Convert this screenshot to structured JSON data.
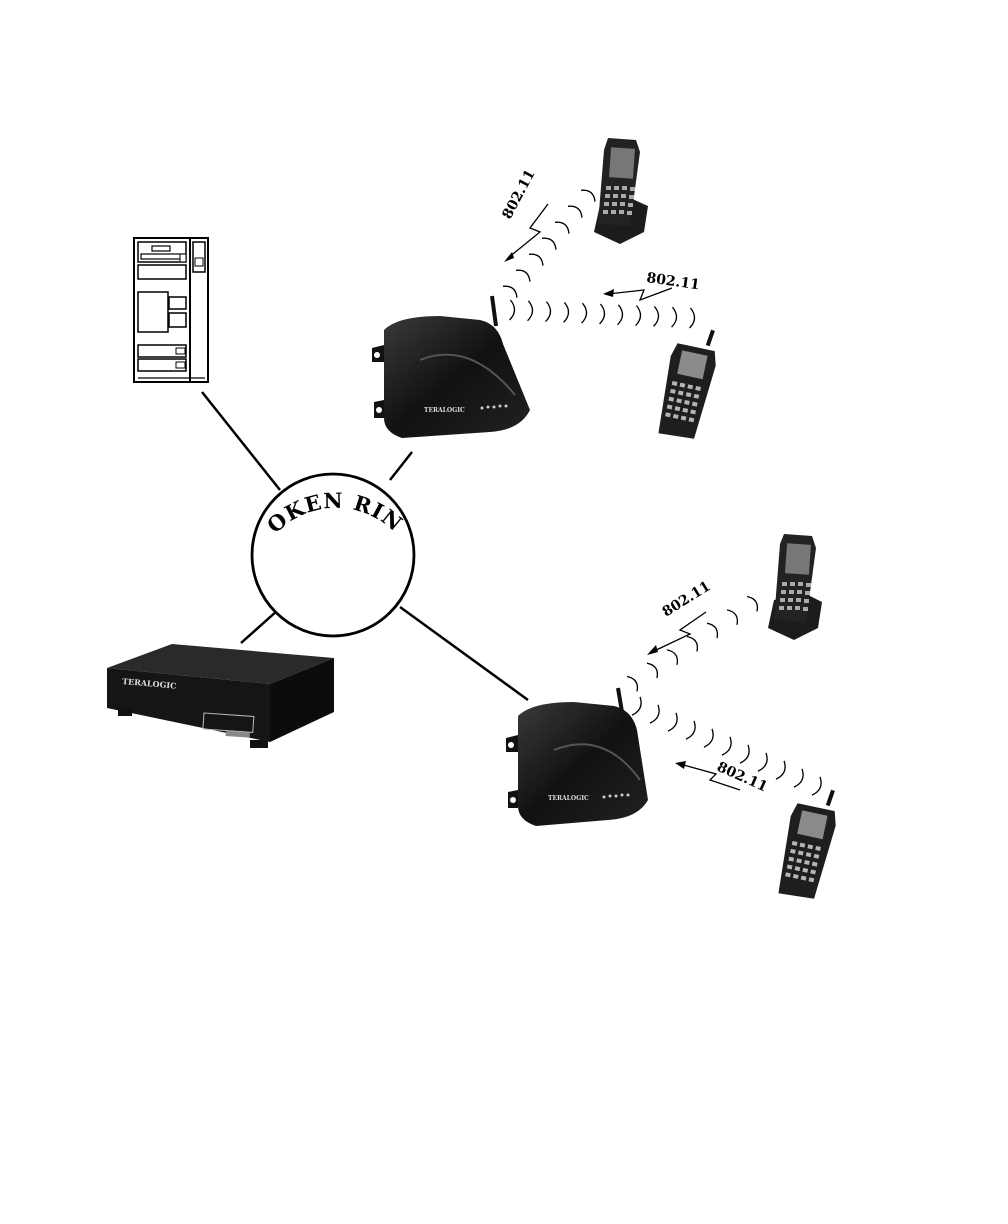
{
  "diagram": {
    "ring_label": "TOKEN RING",
    "wireless_label": "802.11",
    "devices": {
      "access_point_brand": "TERALOGIC",
      "controller_brand": "TERALOGIC"
    },
    "colors": {
      "line": "#000000",
      "device_body": "#1a1a1a",
      "background": "#ffffff"
    }
  }
}
